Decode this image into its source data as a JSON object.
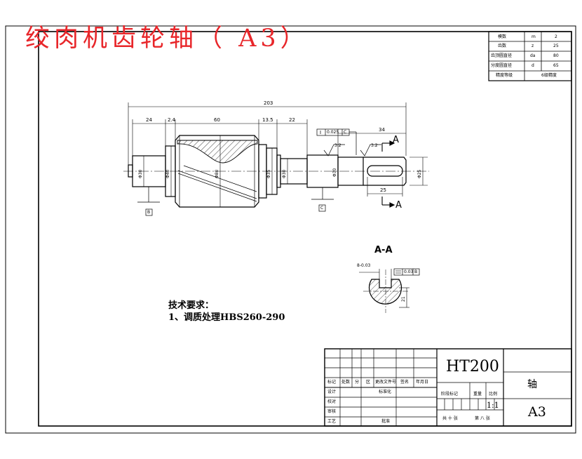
{
  "title": "绞肉机齿轮轴（ A3）",
  "param_table": [
    {
      "name": "模数",
      "symbol": "m",
      "value": "2"
    },
    {
      "name": "齿数",
      "symbol": "z",
      "value": "25"
    },
    {
      "name": "齿顶圆直径",
      "symbol": "da",
      "value": "80"
    },
    {
      "name": "分度圆直径",
      "symbol": "d",
      "value": "65"
    },
    {
      "name": "精度等级",
      "symbol": "",
      "value": "6级精度"
    }
  ],
  "dimensions": {
    "overall": "203",
    "d24": "24",
    "d2_4": "2.4",
    "d60": "60",
    "d13_5": "13.5",
    "d22": "22",
    "d34": "34",
    "d25": "25",
    "tol": "0.025",
    "dia_left": "Φ30",
    "dia_shoulder": "Φ40",
    "dia_gear": "Φ80",
    "dia_mid": "Φ35",
    "dia_right_small": "Φ30",
    "dia_step": "Φ30",
    "dia_end": "Φ25",
    "rough": "3.2"
  },
  "datums": {
    "b": "B",
    "c": "C",
    "c_frame": "C"
  },
  "section": {
    "view_a": "A",
    "view_a2": "A",
    "label": "A-A",
    "keyway_tol": "8-0.03",
    "frame_tol": "0.03",
    "frame_datum": "B",
    "depth": "21"
  },
  "tech": {
    "heading": "技术要求：",
    "item1": "1、调质处理HBS260-290"
  },
  "titleblock": {
    "material": "HT200",
    "part": "轴",
    "size": "A3",
    "scale": "1:1",
    "h_biaoji": "标记",
    "h_chushu": "处数",
    "h_fen": "分",
    "h_qu": "区",
    "h_gengai": "更改文件号",
    "h_qianming": "签名",
    "h_nyr": "年月日",
    "sheji": "设计",
    "biaozhunhua": "标准化",
    "jiaodui": "校对",
    "shenhe": "审核",
    "gongyi": "工艺",
    "pizhun": "批准",
    "jieduan": "阶段标记",
    "zhongliang": "重量",
    "bili": "比例",
    "gong": "共 十 张",
    "di": "第 八 张"
  }
}
